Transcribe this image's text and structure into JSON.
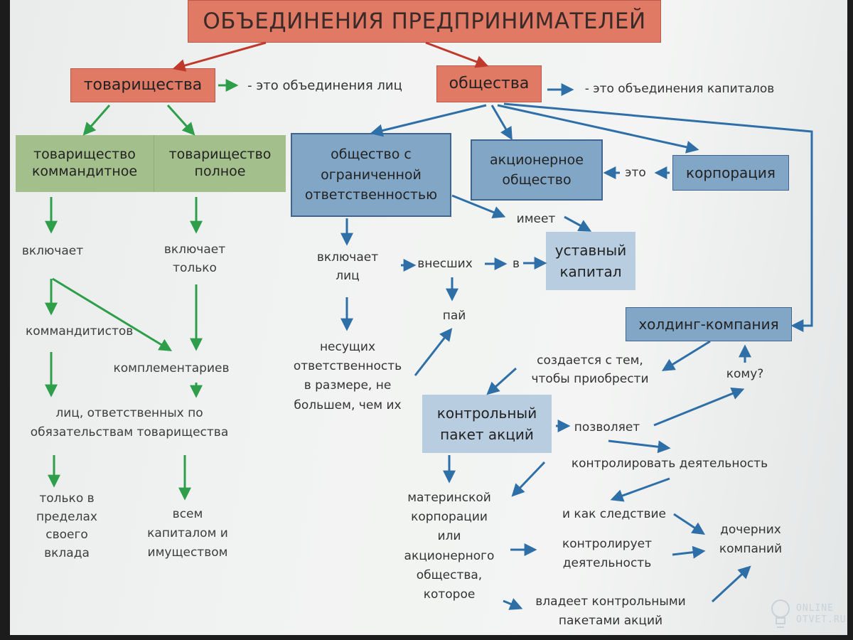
{
  "title": "ОБЪЕДИНЕНИЯ ПРЕДПРИНИМАТЕЛЕЙ",
  "nodes": {
    "partnerships": "товарищества",
    "partnerships_note": "- это объединения лиц",
    "societies": "общества",
    "societies_note": "- это объединения капиталов",
    "limited_partnership": "товарищество\nкоммандитное",
    "full_partnership": "товарищество\nполное",
    "llc": "общество с\nограниченной\nответственностью",
    "jsc": "акционерное\nобщество",
    "corporation": "корпорация",
    "eto": "это",
    "has": "имеет",
    "charter_capital": "уставный\nкапитал",
    "holding": "холдинг-компания",
    "control_package": "контрольный\nпакет акций"
  },
  "texts": {
    "lp_includes": "включает",
    "fp_includes_only": "включает\nтолько",
    "limited_partners": "коммандитистов",
    "general_partners": "комплементариев",
    "liable_persons": "лиц, ответственных по\nобязательствам товарищества",
    "within_contribution": "только в\nпределах\nсвоего\nвклада",
    "all_capital": "всем\nкапиталом и\nимуществом",
    "llc_includes": "включает\nлиц",
    "contributed": "внесших",
    "into": "в",
    "share": "пай",
    "bearing_liability": "несущих\nответственность\nв размере, не\nбольшем, чем их",
    "created_to_acquire": "создается с тем,\nчтобы приобрести",
    "to_whom": "кому?",
    "allows": "позволяет",
    "control_activity": "контролировать деятельность",
    "as_consequence": "и как следствие",
    "subsidiaries": "дочерних\nкомпаний",
    "parent_corp": "материнской\nкорпорации\nили\nакционерного\nобщества,\nкоторое",
    "controls_activity": "контролирует\nдеятельность",
    "owns_packages": "владеет контрольными\nпакетами акций"
  },
  "watermark": "ONLINE\nOTVET.RU",
  "colors": {
    "red_box": "#e07a65",
    "green_box": "#a3bf8c",
    "blue_box": "#82a6c6",
    "light_blue_box": "#b8cee0",
    "red_arrow": "#c0392b",
    "green_arrow": "#2e9e4a",
    "blue_arrow": "#2f6fa8"
  }
}
